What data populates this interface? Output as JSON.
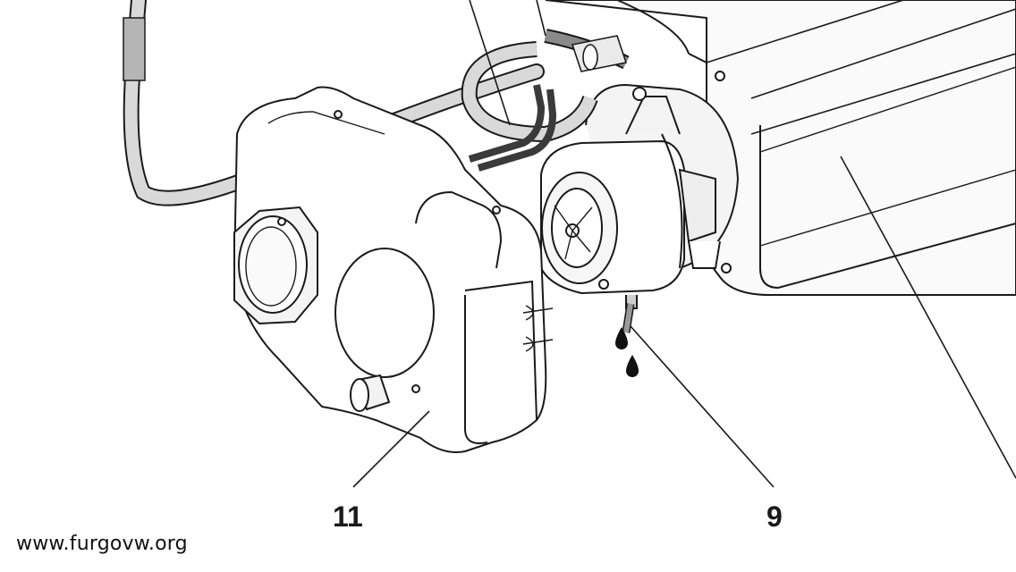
{
  "callouts": {
    "part_11": "11",
    "part_9": "9"
  },
  "watermark": "www.furgovw.org",
  "colors": {
    "line": "#1a1a1a",
    "hose": "#d9d9d9",
    "hose_dark": "#3a3a3a",
    "shade": "#eeeeee",
    "background": "#ffffff"
  },
  "icons": [
    "fluid-drop-icon",
    "fluid-drop-icon"
  ]
}
